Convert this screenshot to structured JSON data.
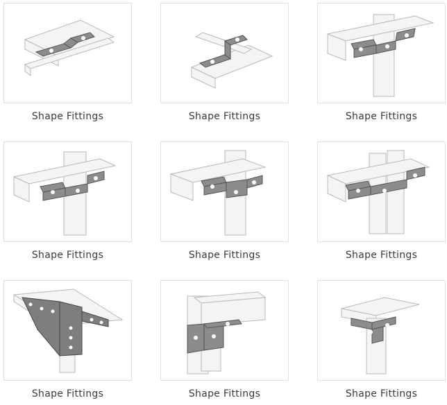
{
  "products": [
    {
      "caption": "Shape Fittings",
      "icon": "z-bracket-cross"
    },
    {
      "caption": "Shape Fittings",
      "icon": "z-bracket-cross-alt"
    },
    {
      "caption": "Shape Fittings",
      "icon": "u-bracket-post"
    },
    {
      "caption": "Shape Fittings",
      "icon": "u-bracket-post-alt"
    },
    {
      "caption": "Shape Fittings",
      "icon": "u-bracket-post-deep"
    },
    {
      "caption": "Shape Fittings",
      "icon": "u-bracket-double-post"
    },
    {
      "caption": "Shape Fittings",
      "icon": "gusset-bracket"
    },
    {
      "caption": "Shape Fittings",
      "icon": "corner-bracket-post"
    },
    {
      "caption": "Shape Fittings",
      "icon": "three-way-corner-bracket"
    }
  ]
}
